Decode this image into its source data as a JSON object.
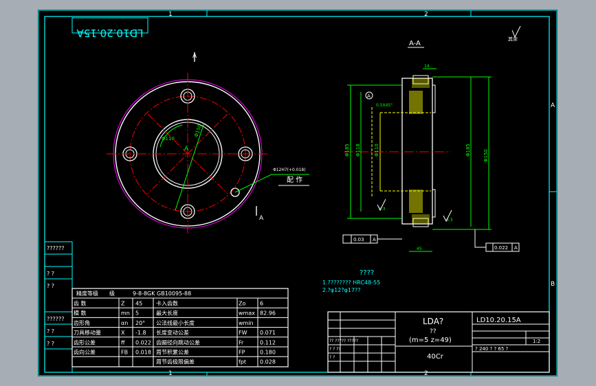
{
  "drawing": {
    "stamp": "LD10.20.15A",
    "view_label": "A-A",
    "section_mark": "A",
    "center_mark": "A",
    "zone_cols": [
      "1",
      "2"
    ],
    "zone_rows": [
      "A",
      "B"
    ],
    "hole_callout": "配 作",
    "roughness_note": "其余",
    "tech_title": "????",
    "tech_req_1": "1.???????? HRC48-55",
    "tech_req_2": "2.?φ12?φ17??",
    "left_box_1": "??????",
    "left_box_2": "?  ?",
    "left_box_3": "?  ?",
    "left_box_4": "??????",
    "left_box_5": "?  ?",
    "left_box_6": "?  ?"
  },
  "gear_table": {
    "accuracy_label": "精度等级",
    "accuracy_grade": "级",
    "accuracy_value": "9-8-8GK  GB10095-88",
    "rows": [
      {
        "l1": "齿  数",
        "s1": "Z",
        "v1": "45",
        "l2": "卡入齿数",
        "s2": "Zo",
        "v2": "6"
      },
      {
        "l1": "模  数",
        "s1": "mn",
        "v1": "5",
        "l2": "最大长度",
        "s2": "wmax",
        "v2": "82.96"
      },
      {
        "l1": "齿形角",
        "s1": "αn",
        "v1": "20°",
        "l2": "公法线最小长度",
        "s2": "wmin",
        "v2": ""
      },
      {
        "l1": "刀具移动量",
        "s1": "X",
        "v1": "-1.8",
        "l2": "长度变动公差",
        "s2": "FW",
        "v2": "0.071"
      },
      {
        "l1": "齿形公差",
        "s1": "ff",
        "v1": "0.022",
        "l2": "齿圈径向跳动公差",
        "s2": "Fr",
        "v2": "0.112"
      },
      {
        "l1": "齿向公差",
        "s1": "FB",
        "v1": "0.018",
        "l2": "周节积累公差",
        "s2": "FP",
        "v2": "0.180"
      },
      {
        "l1": "",
        "s1": "",
        "v1": "",
        "l2": "周节齿极限偏差",
        "s2": "fpt",
        "v2": "0.028"
      }
    ]
  },
  "title_block": {
    "part_name": "LDA?",
    "part_sub": "??",
    "params": "(m=5   z=49)",
    "material": "40Cr",
    "drawing_no": "LD10.20.15A",
    "scale": "1:2",
    "sheet_cells": "?  240  ?     ?  65  ?",
    "grid_text_1": "??  ?????  ?????",
    "grid_text_2": "?  ?     ??",
    "grid_text_3": "? ?"
  },
  "dimensions": {
    "d_outer": "Φ185",
    "d_bolt": "Φ150",
    "d_inner": "Φ110",
    "d_bore": "Φ118",
    "chamfer": "0.5X45°",
    "width": "45",
    "hub": "14",
    "ra1": "6.3",
    "ra2": "6.3",
    "tol_left": "0.03",
    "tol_right": "0.022",
    "tol_datum": "A",
    "hole_dim": "Φ12H7(+0.018)"
  },
  "colors": {
    "frame": "#00ffff",
    "outline": "#ffffff",
    "center": "#ff0000",
    "dim": "#00ff00",
    "hidden": "#ffff00",
    "text": "#ffffff",
    "gear_pitch": "#ff00ff"
  }
}
